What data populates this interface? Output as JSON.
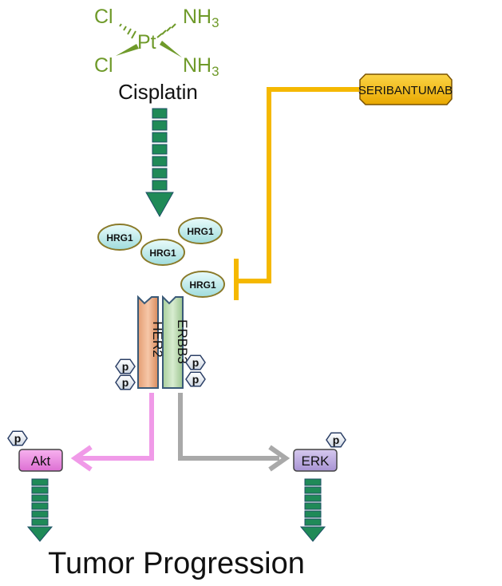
{
  "molecule": {
    "atom_cl_top": "Cl",
    "atom_cl_bottom": "Cl",
    "atom_pt": "Pt",
    "atom_nh3_top": "NH3",
    "atom_nh3_bottom": "NH3",
    "name": "Cisplatin",
    "color": "#6f9a2a"
  },
  "inhibitor": {
    "label": "SERIBANTUMAB",
    "line_color": "#f5b800",
    "box_color": "#f7c21a"
  },
  "ligands": {
    "label": "HRG1",
    "count": 4
  },
  "receptors": {
    "her2": "HER2",
    "erbb3": "ERBB3"
  },
  "phospho": {
    "label": "p"
  },
  "pathways": {
    "akt": "Akt",
    "erk": "ERK",
    "akt_arrow_color": "#f09ae8",
    "erk_arrow_color": "#a9a9a9"
  },
  "arrow_color": "#1f8a57",
  "outcome": {
    "label": "Tumor Progression"
  }
}
